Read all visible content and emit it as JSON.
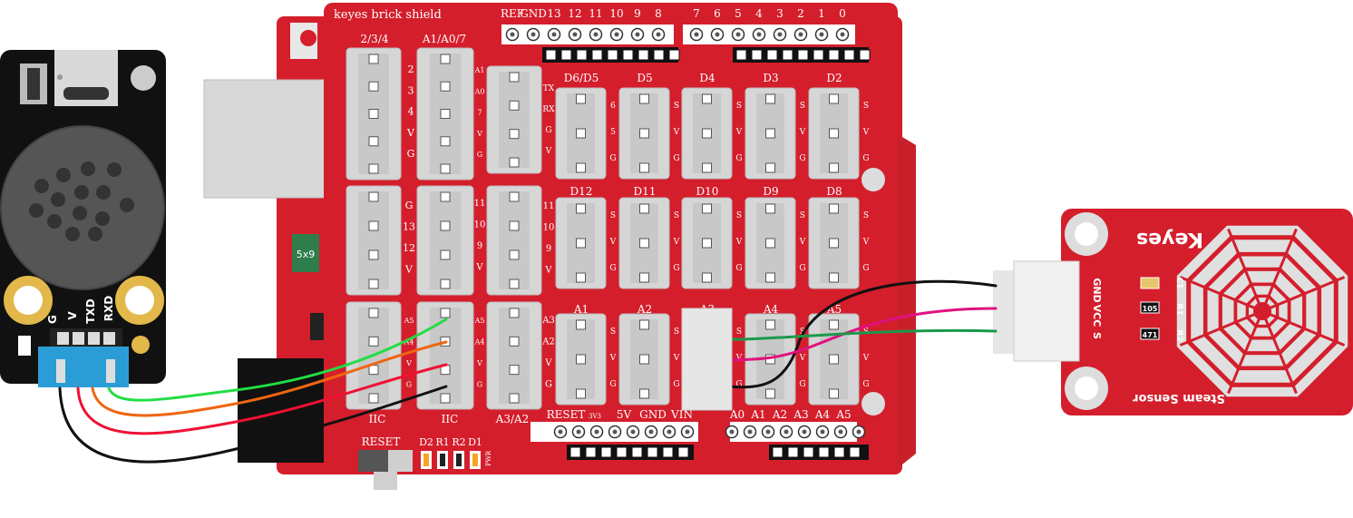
{
  "shield": {
    "title": "keyes brick shield",
    "top_header_left": [
      "REF",
      "GND",
      "13",
      "12",
      "11",
      "10",
      "9",
      "8"
    ],
    "top_header_right": [
      "7",
      "6",
      "5",
      "4",
      "3",
      "2",
      "1",
      "0"
    ],
    "col_left_top": "2/3/4",
    "col_mid_top": "A1/A0/7",
    "col_left_bottom": "IIC",
    "col_mid_bottom": "IIC",
    "col_third_bottom": "A3/A2",
    "left_pins": {
      "row1": [
        "2",
        "3",
        "4",
        "V",
        "G"
      ],
      "row2": [
        "G",
        "13",
        "12",
        "V"
      ],
      "row3": [
        "A5",
        "A4",
        "V",
        "G"
      ]
    },
    "mid_pins": {
      "row1": [
        "A1",
        "A0",
        "7",
        "V",
        "G"
      ],
      "row2": [
        "11",
        "10",
        "9",
        "V"
      ],
      "row3": [
        "A5",
        "A4",
        "V",
        "G"
      ]
    },
    "third_pins": {
      "row1": [
        "TX",
        "RX",
        "G",
        "V"
      ],
      "row2": [
        "11",
        "10",
        "9",
        "V"
      ],
      "row3": [
        "A3",
        "A2",
        "V",
        "G"
      ]
    },
    "digital_row1": [
      "D6/D5",
      "D5",
      "D4",
      "D3",
      "D2"
    ],
    "digital_row2": [
      "D12",
      "D11",
      "D10",
      "D9",
      "D8"
    ],
    "analog_row": [
      "A1",
      "A2",
      "A3",
      "A4",
      "A5"
    ],
    "d65_pins": [
      "6",
      "5",
      "G"
    ],
    "svg_pins": [
      "S",
      "V",
      "G"
    ],
    "bottom_power": [
      "RESET",
      "3V3",
      "5V",
      "GND",
      "VIN"
    ],
    "bottom_analog": [
      "A0",
      "A1",
      "A2",
      "A3",
      "A4",
      "A5"
    ],
    "reset_label": "RESET",
    "led_labels": [
      "D2",
      "R1",
      "R2",
      "D1"
    ],
    "pwr_label": "PWR",
    "fuse_label": "5x9"
  },
  "mp3_module": {
    "pins": [
      "G",
      "V",
      "TXD",
      "RXD"
    ]
  },
  "steam_sensor": {
    "brand": "Keyes",
    "name": "Steam Sensor",
    "pins": [
      "GND",
      "VCC",
      "S"
    ],
    "components": [
      "C1",
      "R1",
      "R2"
    ],
    "resistor_codes": [
      "105",
      "471"
    ]
  },
  "wires": {
    "mp3_to_shield": [
      "#22dd44",
      "#ee6611",
      "#ee1133",
      "#111111"
    ],
    "sensor_to_shield": [
      "#111111",
      "#e0117f",
      "#1a9a4a"
    ]
  }
}
